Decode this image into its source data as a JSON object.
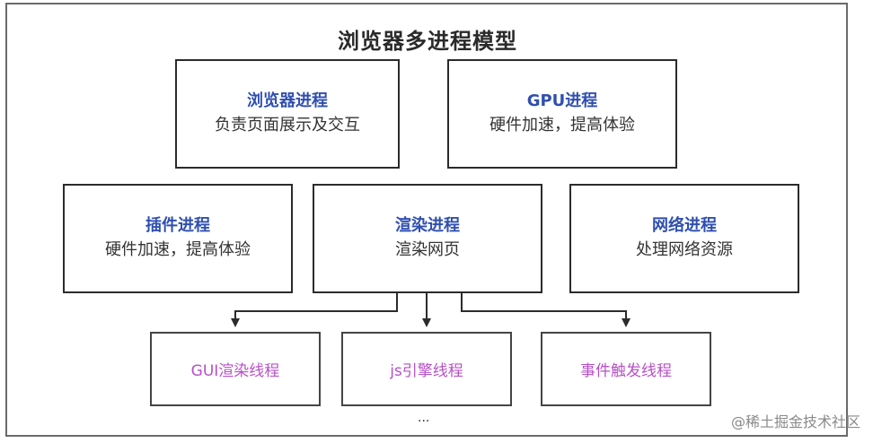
{
  "diagram": {
    "title": "浏览器多进程模型",
    "processes": {
      "browser": {
        "name": "浏览器进程",
        "desc": "负责页面展示及交互"
      },
      "gpu": {
        "name": "GPU进程",
        "desc": "硬件加速，提高体验"
      },
      "plugin": {
        "name": "插件进程",
        "desc": "硬件加速，提高体验"
      },
      "renderer": {
        "name": "渲染进程",
        "desc": "渲染网页"
      },
      "network": {
        "name": "网络进程",
        "desc": "处理网络资源"
      }
    },
    "threads": {
      "gui": "GUI渲染线程",
      "js": "js引擎线程",
      "event": "事件触发线程"
    },
    "ellipsis": "...",
    "colors": {
      "process_name": "#2f4fb0",
      "thread_label": "#b84fc8",
      "border": "#2b2b2b"
    }
  },
  "watermark": "@稀土掘金技术社区"
}
